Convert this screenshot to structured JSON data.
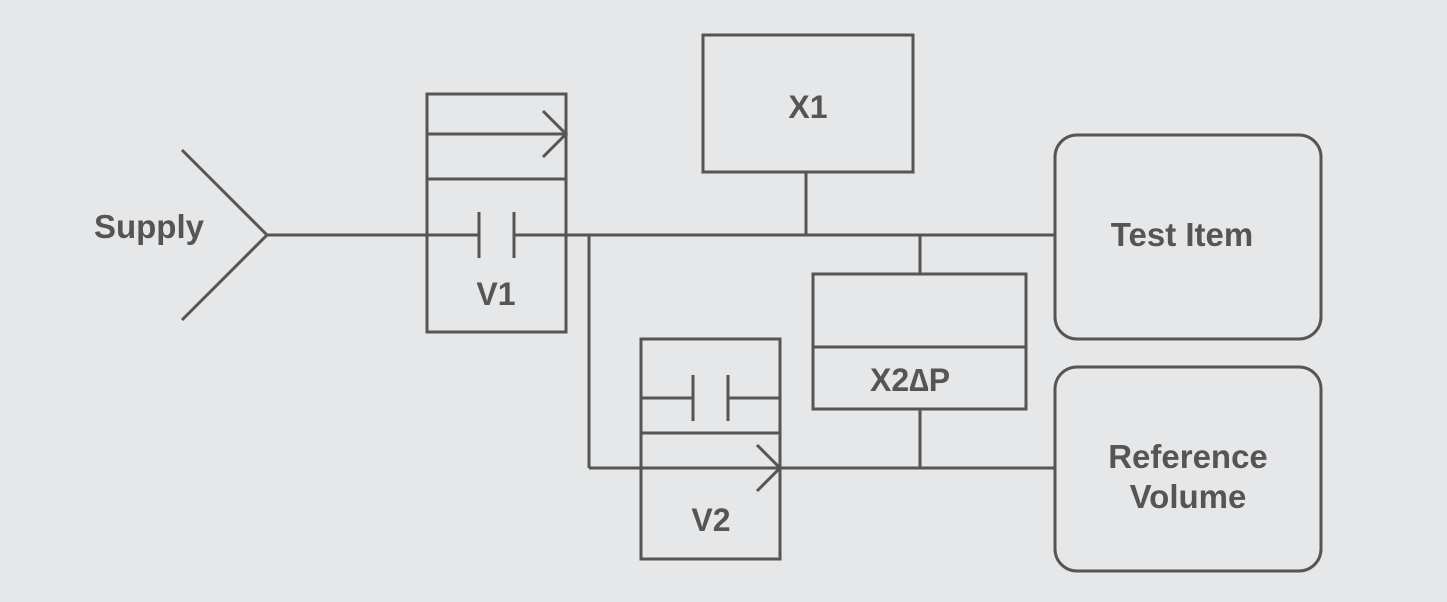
{
  "diagram": {
    "supply": "Supply",
    "valve1": "V1",
    "valve2": "V2",
    "sensor1": "X1",
    "sensor2": "X2∆P",
    "test_item": "Test Item",
    "reference_volume": {
      "line1": "Reference",
      "line2": "Volume"
    }
  }
}
